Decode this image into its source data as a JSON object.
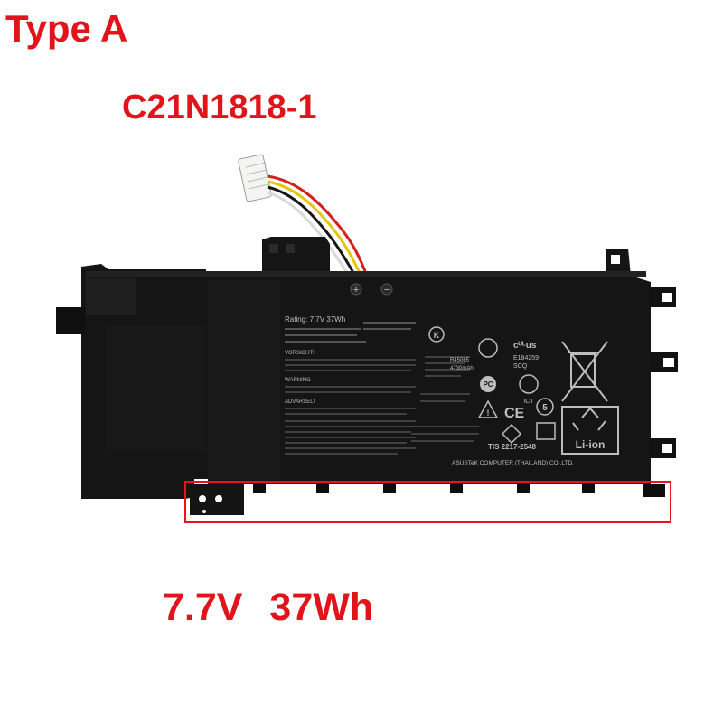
{
  "heading": {
    "type": "Type A",
    "model": "C21N1818-1",
    "rating": "7.7V   37Wh"
  },
  "battery_label": {
    "rating_line": "Rating: 7.7V  37Wh",
    "capacity": "4730mAh",
    "chemistry_symbol": "Li-ion",
    "sections": [
      "VORSICHT!",
      "WARNING",
      "ADVARSEL!"
    ],
    "manufacturer": "ASUSTeK COMPUTER (THAILAND) CO.,LTD.",
    "cert_codes": [
      "R45065",
      "E184259",
      "SCQ"
    ],
    "code": "TIS  2217-2548"
  },
  "terminals": {
    "positive": "+",
    "negative": "−"
  },
  "colors": {
    "heading": "#e0141a",
    "battery_body": "#111111",
    "highlight_box": "#e8141a",
    "wires": [
      "#d42020",
      "#e6c40a",
      "#161616",
      "#ffffff"
    ]
  }
}
